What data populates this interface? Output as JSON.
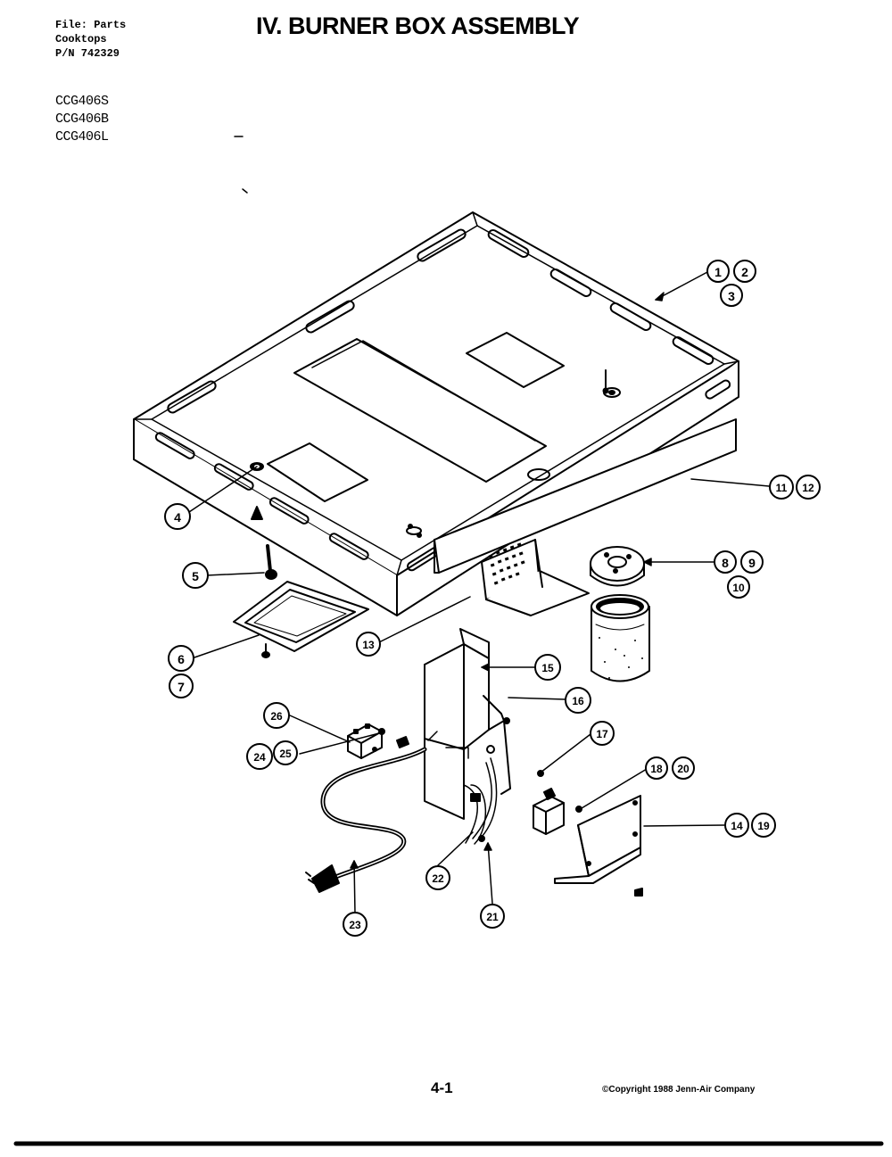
{
  "header": {
    "file_line": "File: Parts",
    "category_line": "Cooktops",
    "pn_line": "P/N 742329",
    "models": [
      "CCG406S",
      "CCG406B",
      "CCG406L"
    ]
  },
  "title": "IV. BURNER BOX ASSEMBLY",
  "footer": {
    "page_number": "4-1",
    "copyright": "©Copyright 1988 Jenn-Air Company"
  },
  "callouts": [
    "1",
    "2",
    "3",
    "4",
    "5",
    "6",
    "7",
    "8",
    "9",
    "10",
    "11",
    "12",
    "13",
    "14",
    "15",
    "16",
    "17",
    "18",
    "19",
    "20",
    "21",
    "22",
    "23",
    "24",
    "25",
    "26"
  ]
}
